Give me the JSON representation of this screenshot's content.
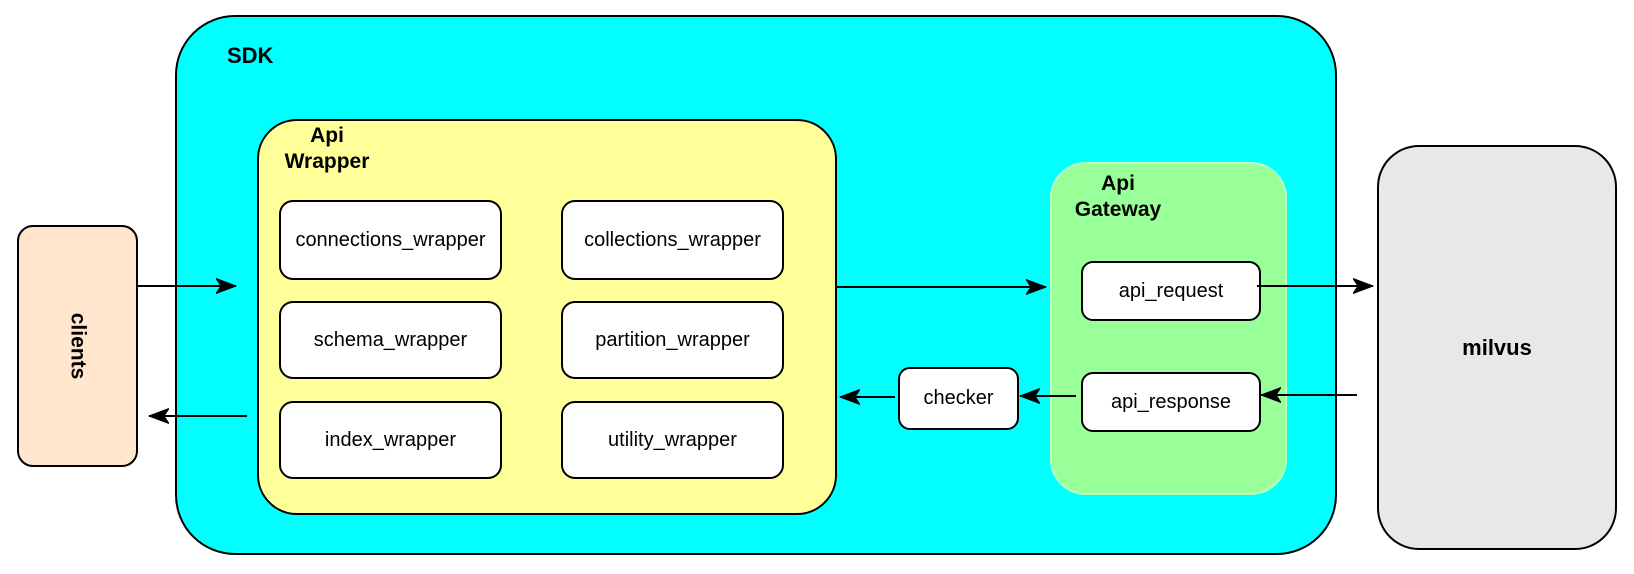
{
  "colors": {
    "sdk_fill": "#00ffff",
    "api_wrapper_fill": "#ffff99",
    "api_gateway_fill": "#99ff99",
    "clients_fill": "#ffe6cc",
    "milvus_fill": "#e8e8e8",
    "leaf_box_fill": "#ffffff",
    "border": "#000000",
    "arrow": "#000000"
  },
  "nodes": {
    "clients": {
      "label": "clients"
    },
    "sdk": {
      "label": "SDK"
    },
    "api_wrapper": {
      "label_line1": "Api",
      "label_line2": "Wrapper",
      "children": [
        {
          "label": "connections_wrapper"
        },
        {
          "label": "collections_wrapper"
        },
        {
          "label": "schema_wrapper"
        },
        {
          "label": "partition_wrapper"
        },
        {
          "label": "index_wrapper"
        },
        {
          "label": "utility_wrapper"
        }
      ]
    },
    "checker": {
      "label": "checker"
    },
    "api_gateway": {
      "label_line1": "Api",
      "label_line2": "Gateway",
      "children": [
        {
          "label": "api_request"
        },
        {
          "label": "api_response"
        }
      ]
    },
    "milvus": {
      "label": "milvus"
    }
  },
  "edges": [
    {
      "from": "clients",
      "to": "api_wrapper",
      "direction": "right"
    },
    {
      "from": "api_wrapper",
      "to": "clients",
      "direction": "left"
    },
    {
      "from": "api_wrapper",
      "to": "api_gateway",
      "direction": "right"
    },
    {
      "from": "api_request",
      "to": "milvus",
      "direction": "right"
    },
    {
      "from": "milvus",
      "to": "api_response",
      "direction": "left"
    },
    {
      "from": "api_response",
      "to": "checker",
      "direction": "left"
    },
    {
      "from": "checker",
      "to": "api_wrapper",
      "direction": "left"
    }
  ]
}
